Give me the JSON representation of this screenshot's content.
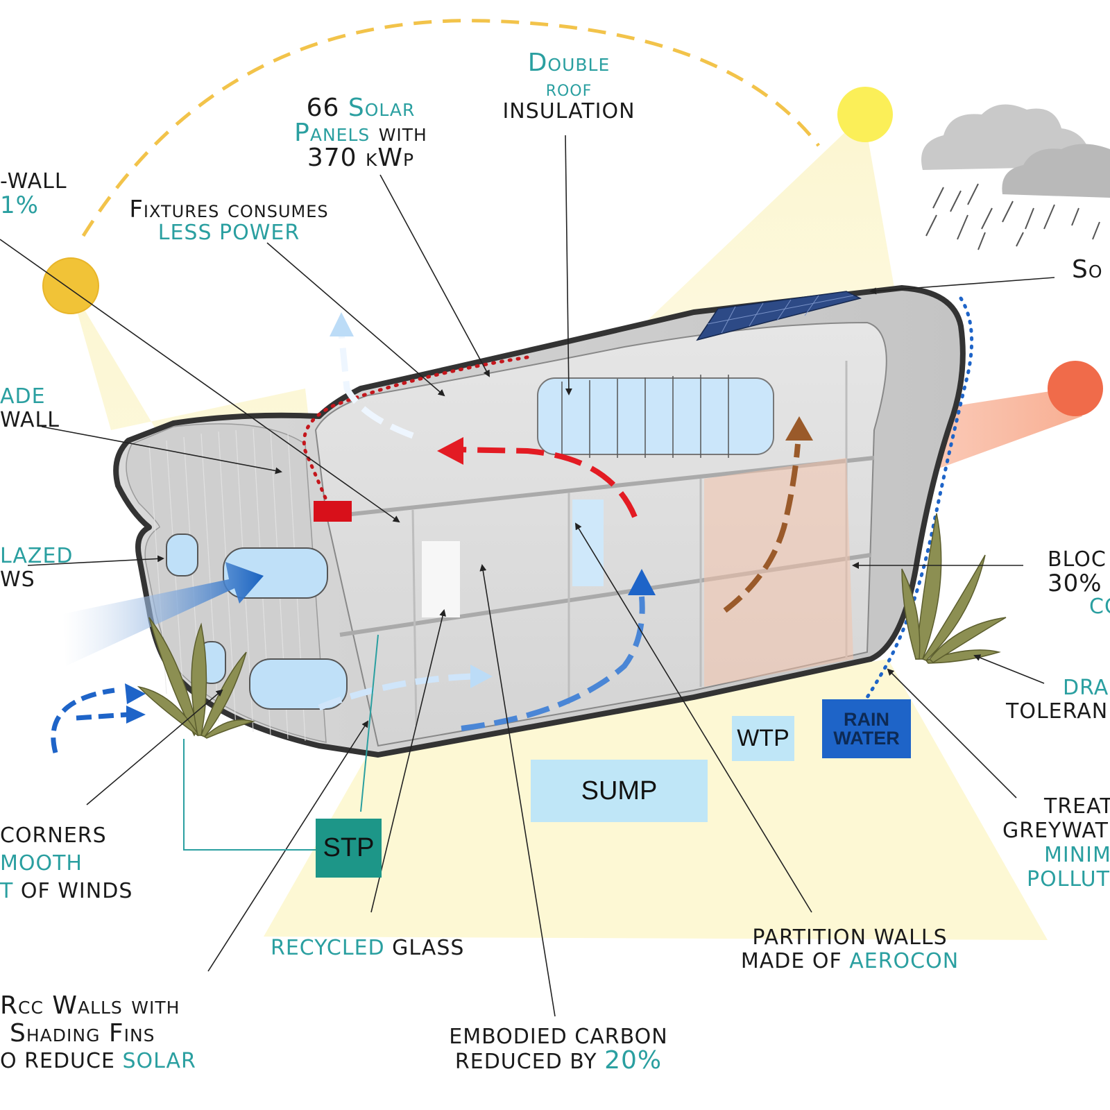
{
  "colors": {
    "teal": "#2a9fa0",
    "sun_yellow": "#f5c43a",
    "sun_red": "#f26b4a",
    "sky_blue": "#bfe6f7",
    "rain_blue": "#1e64c8",
    "stp_teal": "#1d9688",
    "heat_red": "#e31b23",
    "hot_air_brown": "#9a5a2a"
  },
  "labels": {
    "double_roof": {
      "a": "Double",
      "b": "roof",
      "c": "insulation"
    },
    "solar_panels": {
      "a1": "66 ",
      "a2": "Solar",
      "b1": "Panels",
      "b2": " with",
      "c": "370 kWp"
    },
    "fixtures": {
      "a": "Fixtures consumes",
      "b": "less power"
    },
    "wall_top": {
      "a": "-wall",
      "b": "1%"
    },
    "facade": {
      "a": "ade",
      "b": "wall"
    },
    "glazed": {
      "a": "lazed",
      "b": "ws"
    },
    "solar_right": "So",
    "blocks": {
      "a": "Bloc",
      "b": "30%",
      "c": "co"
    },
    "drain": {
      "a": "dra",
      "b": "toleran"
    },
    "treat": {
      "a": "treat",
      "b": "greywat",
      "c": "minim",
      "d": "pollut"
    },
    "corners": {
      "a": "corners",
      "b": "mooth",
      "c": "t",
      "d": " of winds"
    },
    "rcc": {
      "a": "Rcc Walls with",
      "b": "Shading Fins",
      "c1": "o reduce ",
      "c2": "solar"
    },
    "recycled": {
      "a": "recycled",
      "b": " glass"
    },
    "embodied": {
      "a": "embodied carbon",
      "b": "reduced by ",
      "c": "20%"
    },
    "partition": {
      "a": "partition walls",
      "b": "made of ",
      "c": "aerocon"
    }
  },
  "boxes": {
    "wtp": "WTP",
    "rain_water": {
      "a": "RAIN",
      "b": "WATER"
    },
    "sump": "SUMP",
    "stp": "STP"
  }
}
